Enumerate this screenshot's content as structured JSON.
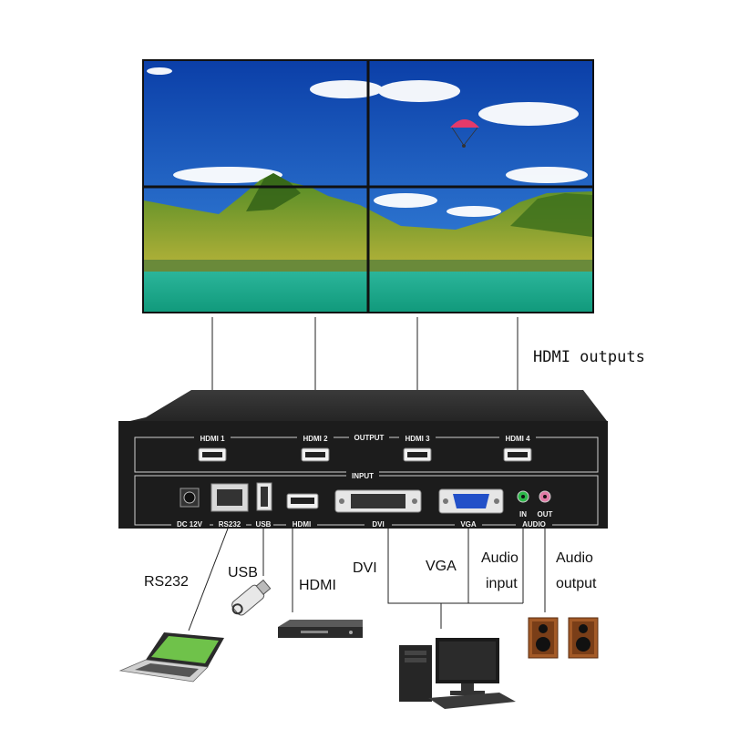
{
  "video_wall": {
    "rows": 2,
    "cols": 2
  },
  "outputs_caption": "HDMI outputs",
  "device": {
    "output_ports": [
      "HDMI 1",
      "HDMI 2",
      "HDMI 3",
      "HDMI 4"
    ],
    "output_label": "OUTPUT",
    "input_label": "INPUT",
    "input_ports": [
      "DC 12V",
      "RS232",
      "USB",
      "HDMI",
      "DVI",
      "VGA",
      "AUDIO"
    ],
    "audio_sub": [
      "IN",
      "OUT"
    ]
  },
  "sources": {
    "rs232": "RS232",
    "usb": "USB",
    "hdmi": "HDMI",
    "dvi": "DVI",
    "vga": "VGA",
    "audio_input": [
      "Audio",
      "input"
    ],
    "audio_output": [
      "Audio",
      "output"
    ]
  },
  "colors": {
    "device_body": "#1b1b1b",
    "device_top": "#2f2f2f",
    "sky": "#1d5fc4",
    "mountain": "#3f7a1f",
    "sea": "#1aa68a"
  }
}
